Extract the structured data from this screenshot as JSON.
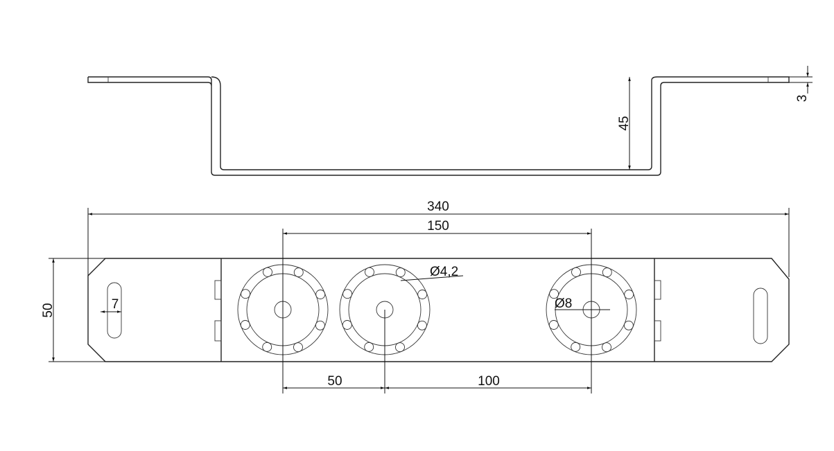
{
  "dimensions": {
    "overall_length": "340",
    "hole_spacing_total": "150",
    "spacing_left": "50",
    "spacing_right": "100",
    "plate_width": "50",
    "slot_width": "7",
    "small_hole_diameter": "Ø4,2",
    "center_hole_diameter": "Ø8",
    "bend_height": "45",
    "thickness": "3"
  }
}
